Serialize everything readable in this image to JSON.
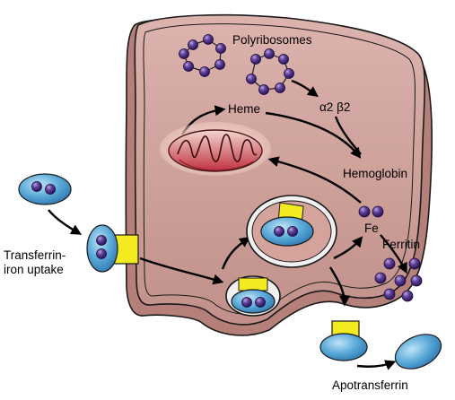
{
  "labels": {
    "polyribosomes": "Polyribosomes",
    "alpha_beta": "α2 β2",
    "heme": "Heme",
    "hemoglobin": "Hemoglobin",
    "fe": "Fe",
    "ferritin": "Ferritin",
    "transferrin_line1": "Transferrin-",
    "transferrin_line2": "iron uptake",
    "apotransferrin": "Apotransferrin"
  },
  "colors": {
    "cell_fill": "#c99a94",
    "cell_top": "#d7aca6",
    "cell_outline": "#1a1a1a",
    "iron_purple": "#4a2e7e",
    "transferrin_blue": "#4f9fd0",
    "receptor_yellow": "#f4ea20",
    "mitochondrion_red": "#c23a47",
    "mitochondrion_glow": "#efc3b9"
  }
}
